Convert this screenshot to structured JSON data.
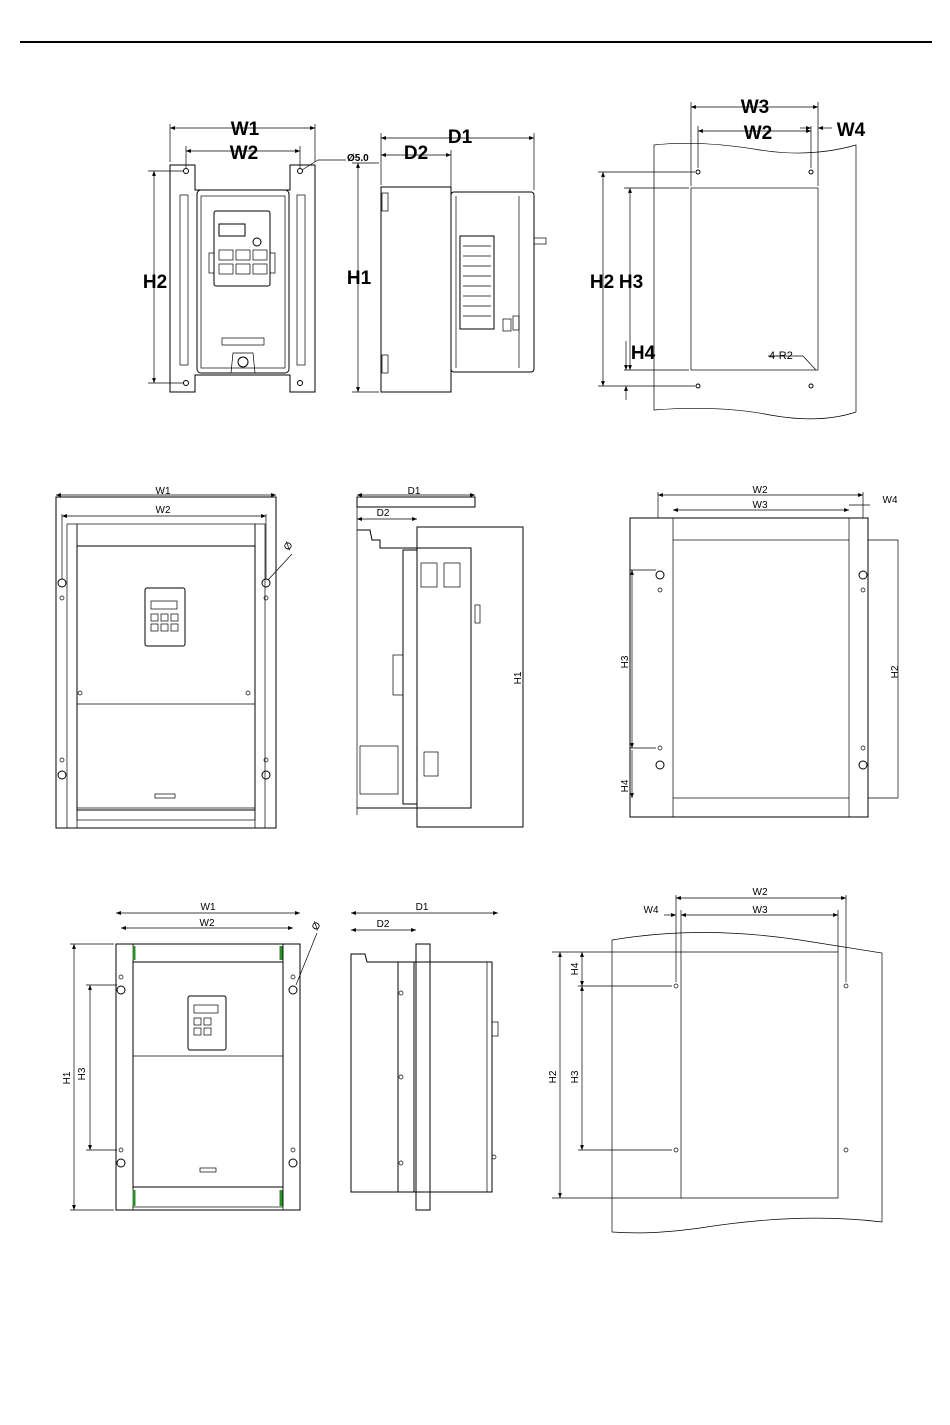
{
  "row1": {
    "front": {
      "w1": "W1",
      "w2": "W2",
      "h2": "H2",
      "hole": "Ø5.0"
    },
    "side": {
      "d1": "D1",
      "d2": "D2",
      "h1": "H1"
    },
    "mount": {
      "w3": "W3",
      "w2": "W2",
      "w4": "W4",
      "h2": "H2",
      "h3": "H3",
      "h4": "H4",
      "r": "4-R2"
    }
  },
  "row2": {
    "front": {
      "w1": "W1",
      "w2": "W2",
      "hole": "Ø"
    },
    "side": {
      "d1": "D1",
      "d2": "D2",
      "h1": "H1"
    },
    "mount": {
      "w2": "W2",
      "w3": "W3",
      "w4": "W4",
      "h2": "H2",
      "h3": "H3",
      "h4": "H4"
    }
  },
  "row3": {
    "front": {
      "w1": "W1",
      "w2": "W2",
      "h1": "H1",
      "h3": "H3",
      "hole": "Ø"
    },
    "side": {
      "d1": "D1",
      "d2": "D2"
    },
    "mount": {
      "w2": "W2",
      "w3": "W3",
      "w4": "W4",
      "h2": "H2",
      "h3": "H3",
      "h4": "H4"
    }
  },
  "colors": {
    "line": "#000000",
    "accent": "#2e8b2e"
  }
}
